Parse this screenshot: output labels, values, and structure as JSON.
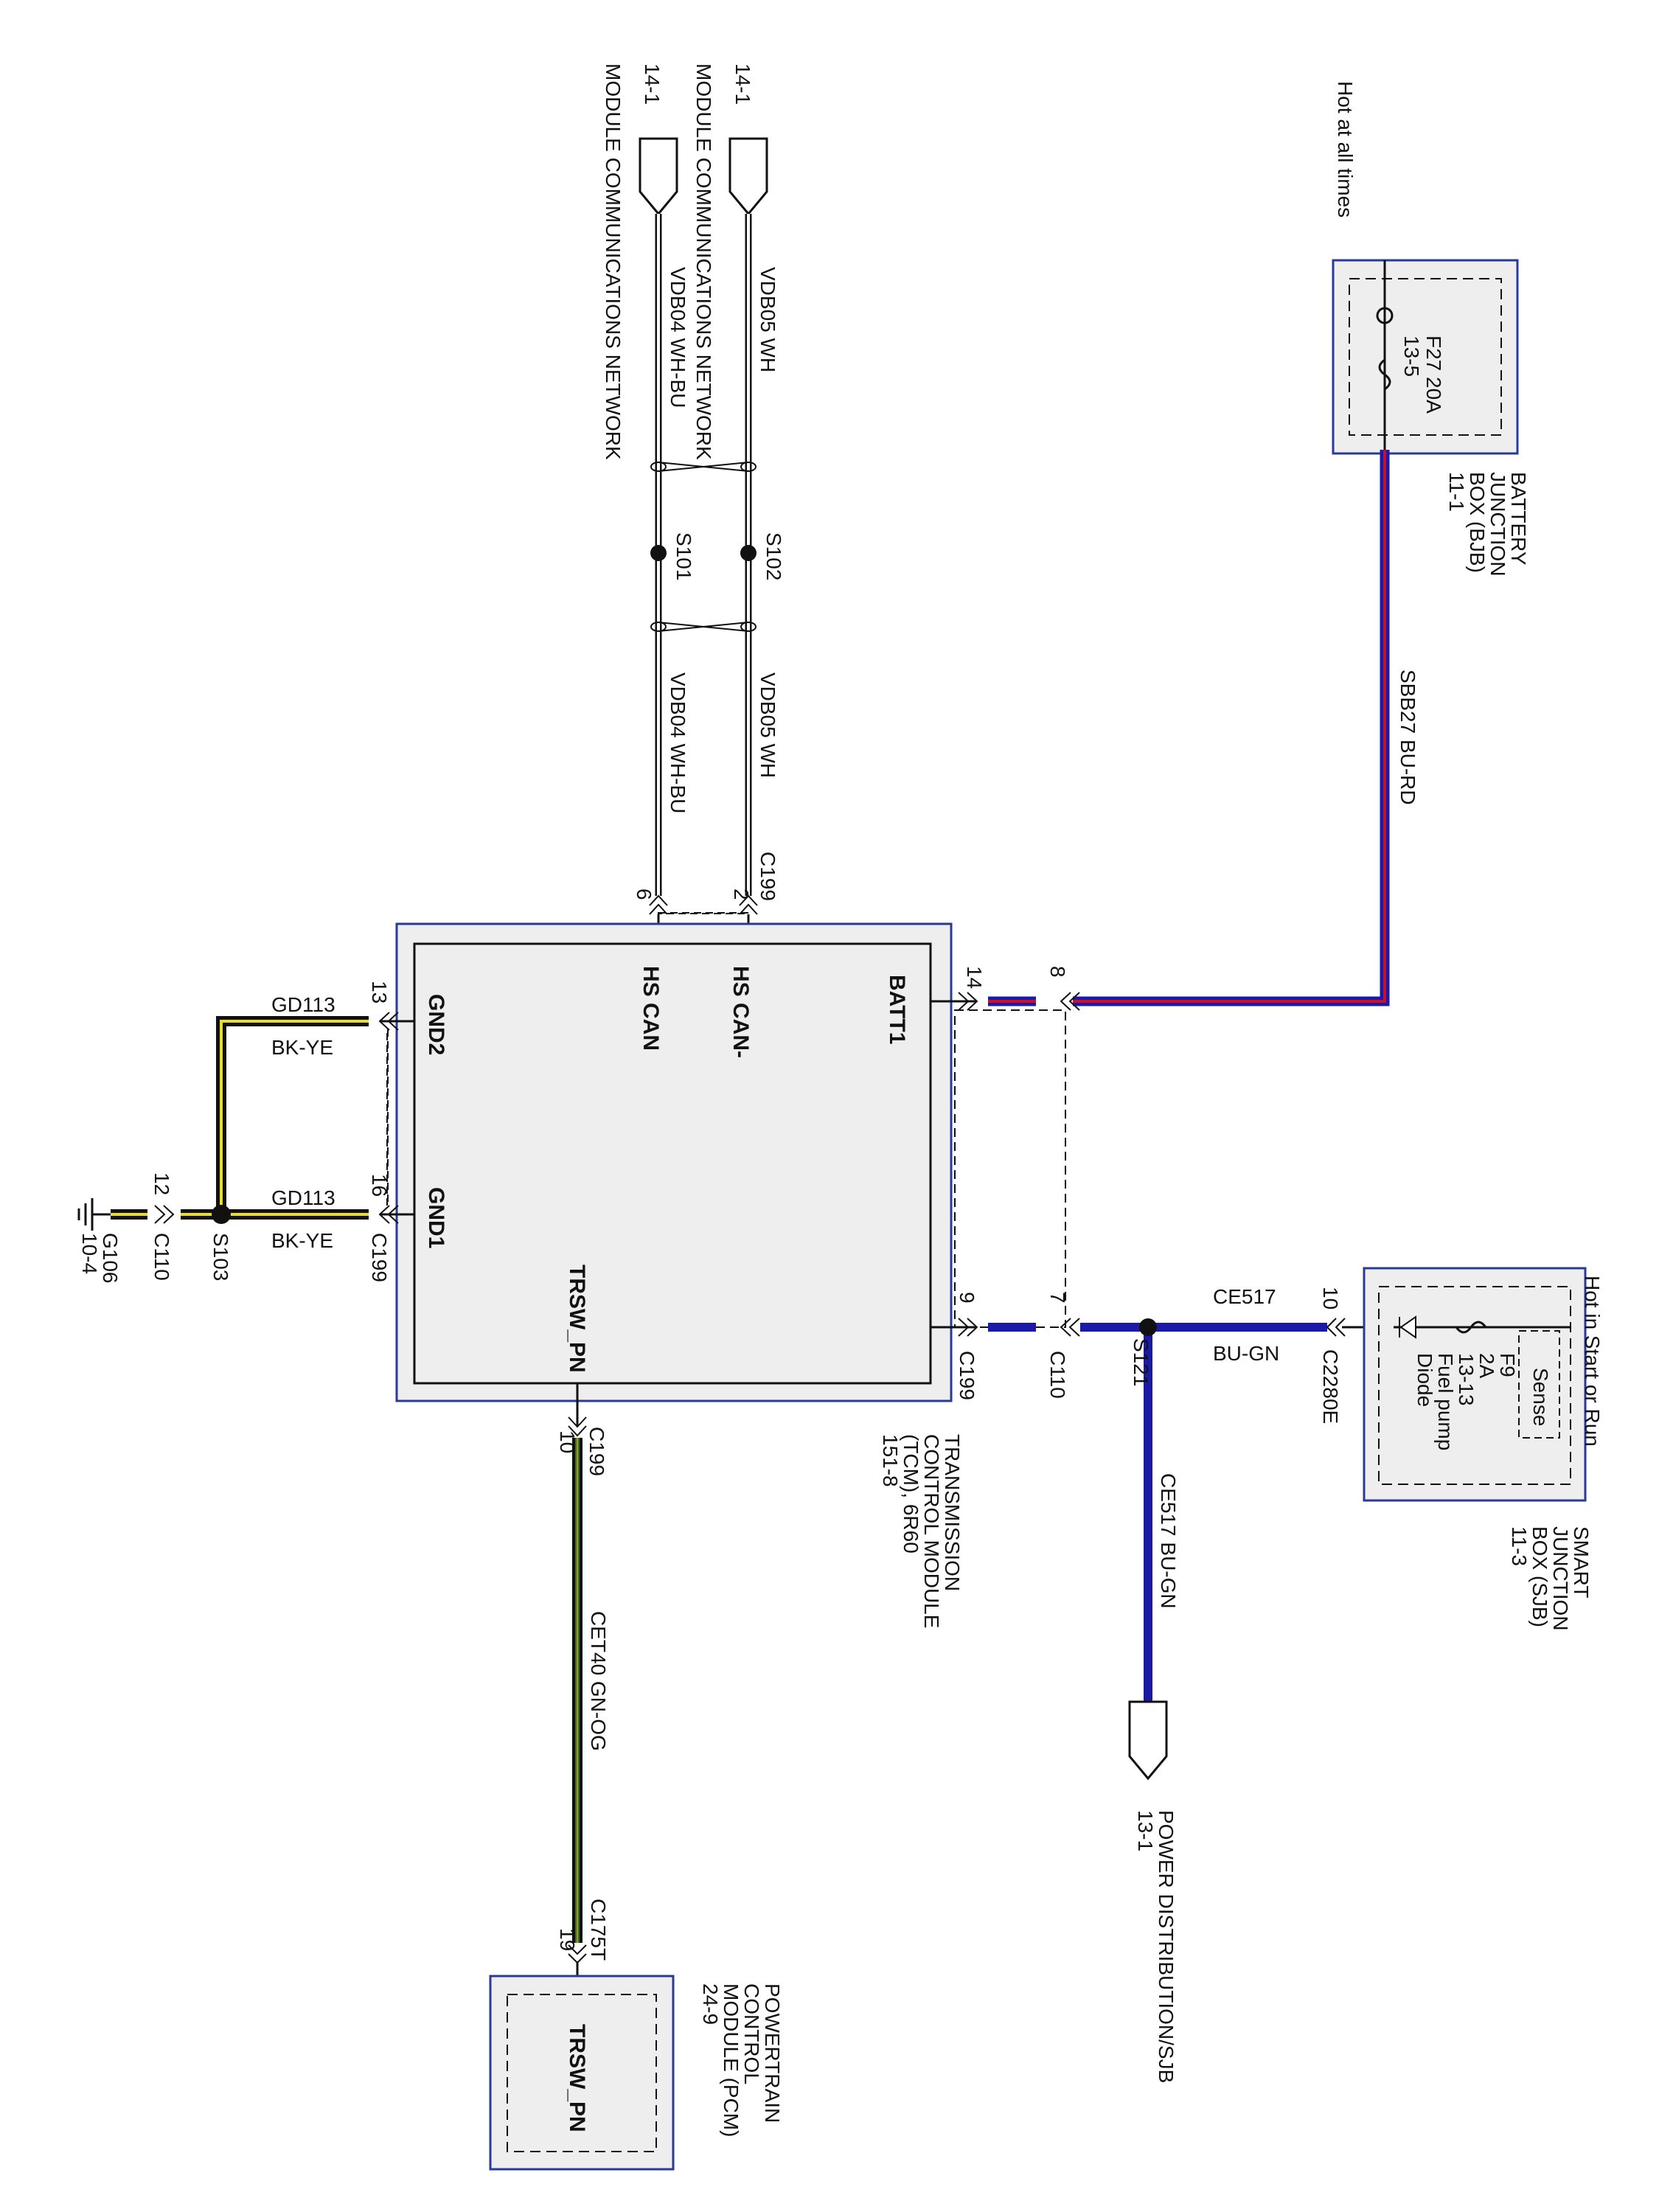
{
  "colors": {
    "box_border": "#2b3a99",
    "box_fill": "#eeeeee",
    "wire_blue": "#1a1aa6",
    "wire_red": "#c8102e",
    "wire_yellow": "#e9dc2b",
    "wire_black": "#111111",
    "wire_green": "#1b7a2d",
    "wire_orange": "#e07a18"
  },
  "labels": {
    "hot_at_all_times": "Hot at all times",
    "bjb_fuse_1": "F27  20A",
    "bjb_fuse_2": "13-5",
    "bjb_title_1": "BATTERY",
    "bjb_title_2": "JUNCTION",
    "bjb_title_3": "BOX (BJB)",
    "bjb_title_4": "11-1",
    "sbb27_wire": "SBB27   BU-RD",
    "mcn1_ref": "14-1",
    "mcn1_label": "MODULE COMMUNICATIONS NETWORK",
    "mcn2_ref": "14-1",
    "mcn2_label": "MODULE COMMUNICATIONS NETWORK",
    "vdb05_top": "VDB05   WH",
    "vdb04_top": "VDB04   WH-BU",
    "vdb05_bottom": "VDB05   WH",
    "vdb04_bottom": "VDB04   WH-BU",
    "s102": "S102",
    "s101": "S101",
    "c199_top": "C199",
    "pin_2": "2",
    "pin_6": "6",
    "hs_can_minus": "HS CAN-",
    "hs_can": "HS CAN",
    "batt1": "BATT1",
    "pin_14": "14",
    "pin_8": "8",
    "gnd2": "GND2",
    "gnd1": "GND1",
    "trsw_pn_tcm": "TRSW_PN",
    "pin_9": "9",
    "c199_right": "C199",
    "pin_7": "7",
    "c110_right": "C110",
    "s121": "S121",
    "ce517_top": "CE517",
    "bu_gn_top": "BU-GN",
    "pin_10_c2280e": "10",
    "c2280e": "C2280E",
    "hot_in_start": "Hot in Start or Run",
    "sjb_sense": "Sense",
    "sjb_fuse_1": "F9",
    "sjb_fuse_2": "2A",
    "sjb_fuse_3": "13-13",
    "sjb_diode_1": "Fuel pump",
    "sjb_diode_2": "Diode",
    "sjb_title_1": "SMART",
    "sjb_title_2": "JUNCTION",
    "sjb_title_3": "BOX (SJB)",
    "sjb_title_4": "11-3",
    "ce517_vertical": "CE517   BU-GN",
    "pd_label": "POWER DISTRIBUTION/SJB",
    "pd_ref": "13-1",
    "tcm_title_1": "TRANSMISSION",
    "tcm_title_2": "CONTROL MODULE",
    "tcm_title_3": "(TCM), 6R60",
    "tcm_title_4": "151-8",
    "pin_10_c199": "10",
    "c199_bottom": "C199",
    "cet40": "CET40   GN-OG",
    "c175t": "C175T",
    "pin_19": "19",
    "pcm_trsw": "TRSW_PN",
    "pcm_title_1": "POWERTRAIN",
    "pcm_title_2": "CONTROL",
    "pcm_title_3": "MODULE (PCM)",
    "pcm_title_4": "24-9",
    "gd113_top": "GD113",
    "bk_ye_top": "BK-YE",
    "pin_13": "13",
    "gd113_bottom": "GD113",
    "bk_ye_bottom": "BK-YE",
    "pin_16": "16",
    "c199_left": "C199",
    "s103": "S103",
    "pin_12": "12",
    "c110_left": "C110",
    "g106": "G106",
    "g106_ref": "10-4"
  }
}
